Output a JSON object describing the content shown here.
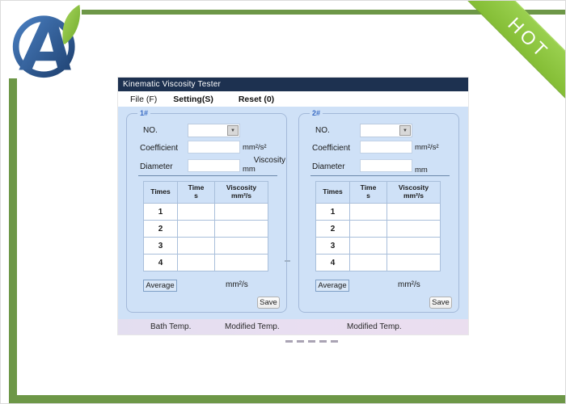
{
  "badge": {
    "hot": "HOT"
  },
  "logo": {
    "letter": "A"
  },
  "colors": {
    "title_bar": "#1d3150",
    "frame_green": "#6d9747",
    "ribbon_green": "#8dc63f",
    "panel_blue": "#cfe1f7",
    "footer_lavender": "#e4def1",
    "group_label_blue": "#3a6cc4"
  },
  "window": {
    "title": "Kinematic Viscosity Tester",
    "menu": [
      {
        "label": "File (F)"
      },
      {
        "label": "Setting(S)"
      },
      {
        "label": "Reset (0)"
      }
    ],
    "panels": [
      {
        "group_label": "1#",
        "no_label": "NO.",
        "no_selected": "",
        "coefficient_label": "Coefficient",
        "coefficient_value": "",
        "coefficient_unit": "mm²/s²",
        "diameter_label": "Diameter",
        "diameter_value": "",
        "diameter_unit": "mm",
        "viscosity_label": "Viscosity",
        "table": {
          "headers": [
            "Times",
            "Time\ns",
            "Viscosity\nmm²/s"
          ],
          "rows": [
            {
              "times": "1",
              "time": "",
              "viscosity": ""
            },
            {
              "times": "2",
              "time": "",
              "viscosity": ""
            },
            {
              "times": "3",
              "time": "",
              "viscosity": ""
            },
            {
              "times": "4",
              "time": "",
              "viscosity": ""
            }
          ]
        },
        "average_button": "Average",
        "average_unit": "mm²/s",
        "save_button": "Save"
      },
      {
        "group_label": "2#",
        "no_label": "NO.",
        "no_selected": "",
        "coefficient_label": "Coefficient",
        "coefficient_value": "",
        "coefficient_unit": "mm²/s²",
        "diameter_label": "Diameter",
        "diameter_value": "",
        "diameter_unit": "mm",
        "table": {
          "headers": [
            "Times",
            "Time\ns",
            "Viscosity\nmm²/s"
          ],
          "rows": [
            {
              "times": "1",
              "time": "",
              "viscosity": ""
            },
            {
              "times": "2",
              "time": "",
              "viscosity": ""
            },
            {
              "times": "3",
              "time": "",
              "viscosity": ""
            },
            {
              "times": "4",
              "time": "",
              "viscosity": ""
            }
          ]
        },
        "average_button": "Average",
        "average_unit": "mm²/s",
        "save_button": "Save"
      }
    ],
    "footer": {
      "labels": [
        "Bath Temp.",
        "Modified Temp.",
        "Modified Temp."
      ]
    }
  }
}
